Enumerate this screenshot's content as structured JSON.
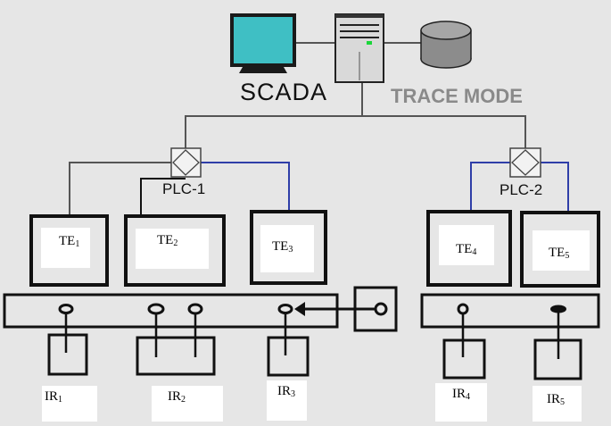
{
  "labels": {
    "scada": "SCADA",
    "trace_mode": "TRACE MODE",
    "plc1": "PLC-1",
    "plc2": "PLC-2"
  },
  "terminals": [
    {
      "base": "TE",
      "sub": "1"
    },
    {
      "base": "TE",
      "sub": "2"
    },
    {
      "base": "TE",
      "sub": "3"
    },
    {
      "base": "TE",
      "sub": "4"
    },
    {
      "base": "TE",
      "sub": "5"
    }
  ],
  "sensors": [
    {
      "base": "IR",
      "sub": "1"
    },
    {
      "base": "IR",
      "sub": "2"
    },
    {
      "base": "IR",
      "sub": "3"
    },
    {
      "base": "IR",
      "sub": "4"
    },
    {
      "base": "IR",
      "sub": "5"
    }
  ],
  "colors": {
    "background": "#e6e6e6",
    "monitor_screen": "#3fbfc4",
    "link_gray": "#555555",
    "link_blue": "#2f3ea8",
    "database": "#8c8c8c"
  },
  "icons": [
    "monitor-icon",
    "server-tower-icon",
    "database-icon",
    "network-switch-icon"
  ]
}
